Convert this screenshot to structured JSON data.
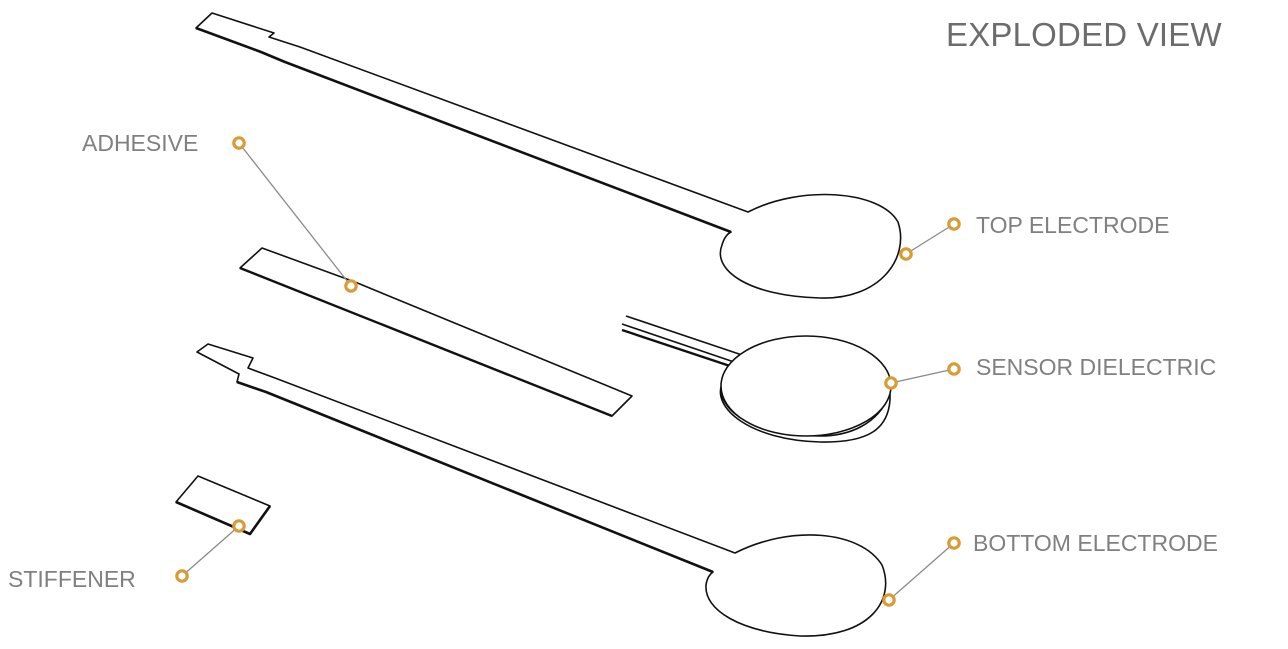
{
  "diagram": {
    "title": "EXPLODED VIEW",
    "callouts": {
      "adhesive": "ADHESIVE",
      "top_electrode": "TOP ELECTRODE",
      "sensor_dielectric": "SENSOR DIELECTRIC",
      "bottom_electrode": "BOTTOM ELECTRODE",
      "stiffener": "STIFFENER"
    },
    "colors": {
      "outline": "#111111",
      "leader_line": "#8a8a8a",
      "callout_marker": "#d99b34",
      "label_text": "#808080"
    }
  }
}
